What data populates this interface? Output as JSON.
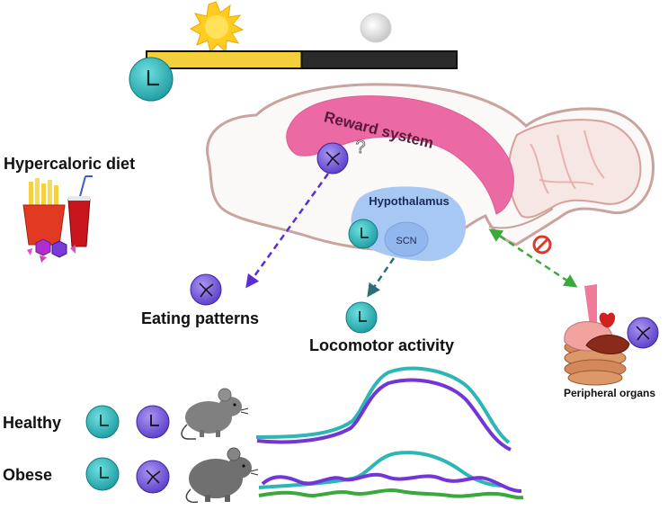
{
  "colors": {
    "teal_clock": "#2bb8b8",
    "purple_clock": "#7b5de0",
    "reward": "#ec6aa3",
    "hypothalamus": "#a8c8f4",
    "scn": "#92b6ee",
    "bar_light": "#f3cf3b",
    "bar_dark": "#2b2b2b",
    "teal_curve": "#2eb6b6",
    "purple_curve": "#7236d6",
    "green_curve": "#3aa83a",
    "purple_arrow": "#5a2ed4",
    "teal_arrow": "#2a6f78",
    "green_arrow": "#3aaa3a",
    "block": "#d93b2b"
  },
  "icons": {
    "sun": "sun-icon",
    "moon": "moon-icon",
    "clock": "clock-icon",
    "mouse": "mouse-icon",
    "junk_food": "junk-food-icon",
    "brain": "brain-outline",
    "organs": "peripheral-organs-icon",
    "no_entry": "no-entry-icon"
  },
  "labels": {
    "reward_system": "Reward system",
    "question_mark": "?",
    "hypothalamus": "Hypothalamus",
    "scn": "SCN",
    "hypercaloric_diet": "Hypercaloric diet",
    "eating_patterns": "Eating patterns",
    "locomotor_activity": "Locomotor activity",
    "peripheral_organs": "Peripheral organs",
    "healthy": "Healthy",
    "obese": "Obese"
  },
  "light_dark_bar": {
    "light_fraction": 0.5,
    "dark_fraction": 0.5
  }
}
